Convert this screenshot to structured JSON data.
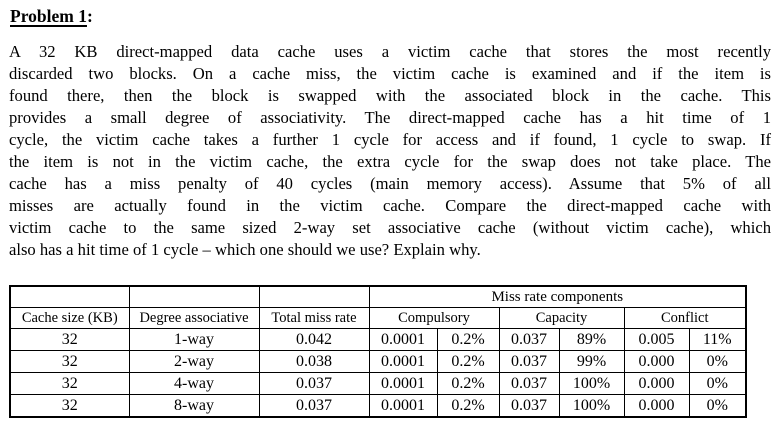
{
  "page": {
    "background": "#ffffff",
    "text_color": "#000000"
  },
  "title": {
    "text": "Problem 1",
    "colon": ":"
  },
  "paragraph_lines": [
    "A 32 KB direct-mapped data cache uses a victim cache that stores the most recently",
    "discarded two blocks.  On a cache miss, the victim cache is examined and if the item is",
    "found there, then the block is swapped with the associated block in the cache.  This",
    "provides a small degree of associativity.  The direct-mapped cache has a hit time of 1",
    "cycle, the victim cache takes a further 1 cycle for access and if found, 1 cycle to swap.  If",
    "the item is not in the victim cache, the extra cycle for the swap does not take place.  The",
    "cache has a miss penalty of 40 cycles (main memory access).  Assume that 5% of all",
    "misses are actually found in the victim cache.  Compare the direct-mapped cache with",
    "victim cache to the same sized 2-way set associative cache (without victim cache), which",
    "also has a hit time of 1 cycle – which one should we use? Explain why."
  ],
  "table": {
    "group_header": "Miss rate components",
    "columns": [
      "Cache size (KB)",
      "Degree associative",
      "Total miss rate"
    ],
    "component_groups": [
      "Compulsory",
      "Capacity",
      "Conflict"
    ],
    "rows": [
      [
        "32",
        "1-way",
        "0.042",
        "0.0001",
        "0.2%",
        "0.037",
        "89%",
        "0.005",
        "11%"
      ],
      [
        "32",
        "2-way",
        "0.038",
        "0.0001",
        "0.2%",
        "0.037",
        "99%",
        "0.000",
        "0%"
      ],
      [
        "32",
        "4-way",
        "0.037",
        "0.0001",
        "0.2%",
        "0.037",
        "100%",
        "0.000",
        "0%"
      ],
      [
        "32",
        "8-way",
        "0.037",
        "0.0001",
        "0.2%",
        "0.037",
        "100%",
        "0.000",
        "0%"
      ]
    ]
  }
}
